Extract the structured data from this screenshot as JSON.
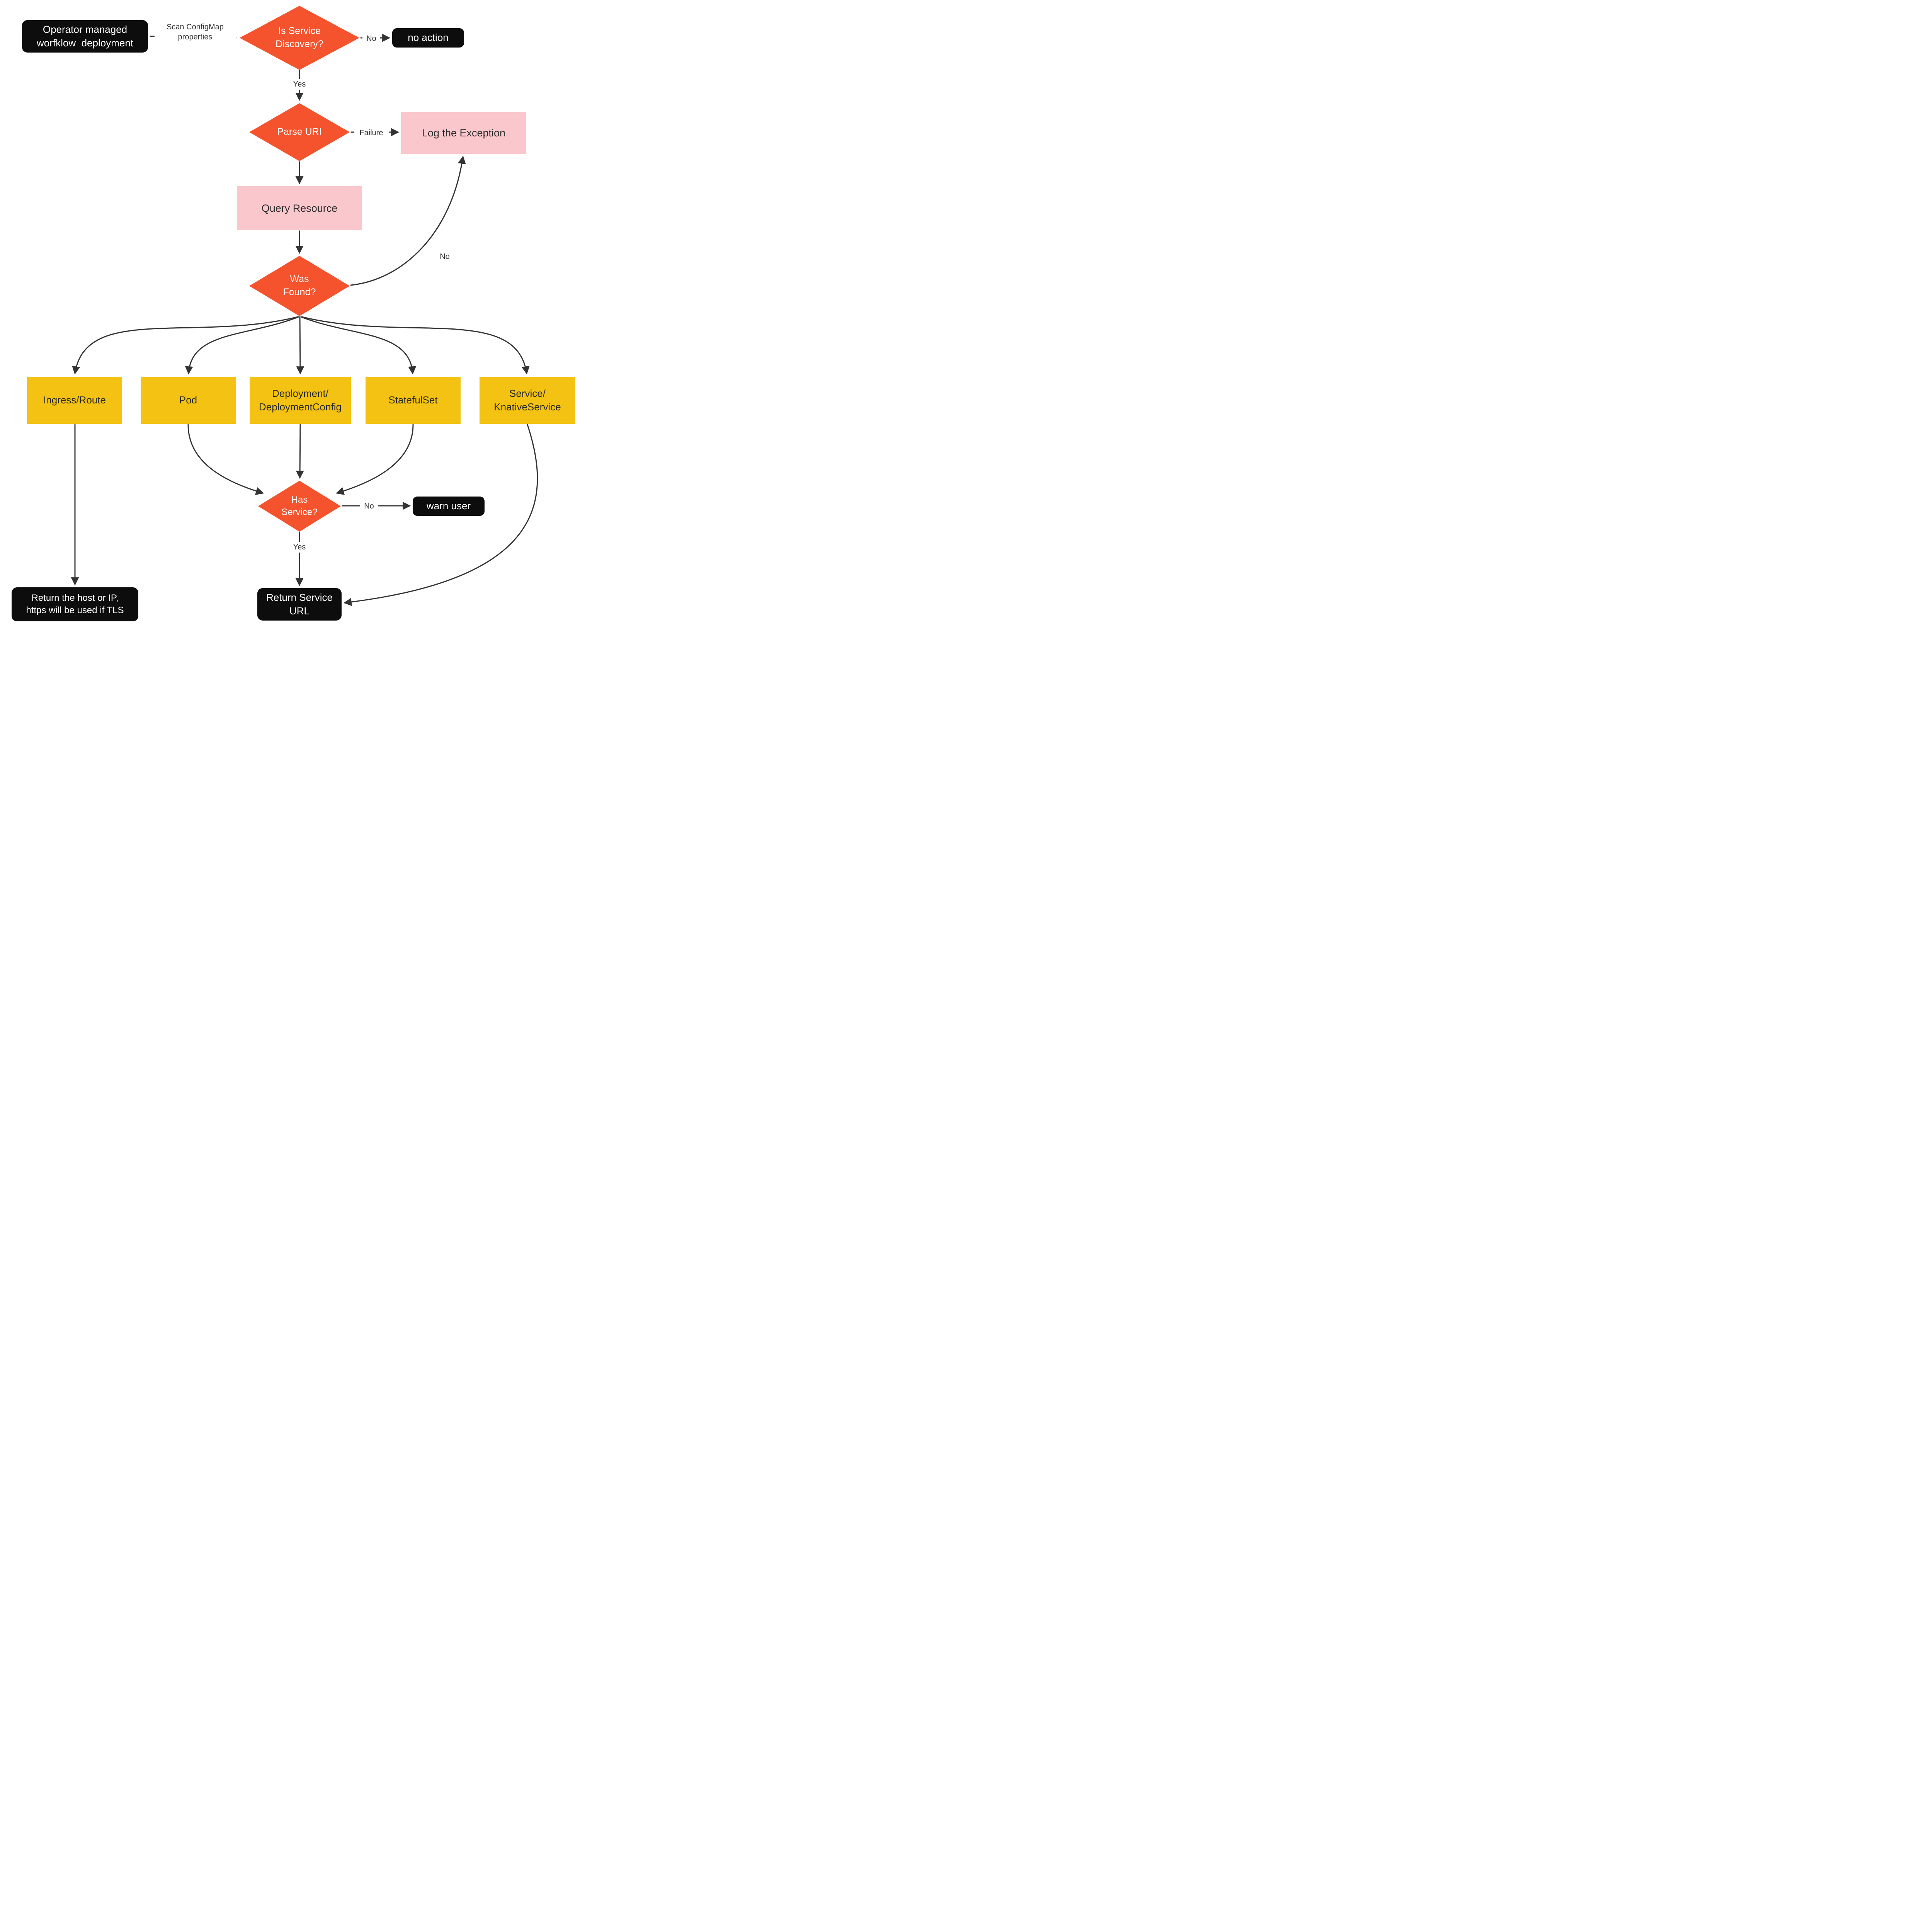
{
  "colors": {
    "diamond": "#f4532d",
    "pink": "#fac7cc",
    "yellow": "#f3c212",
    "black_node": "#0d0d0d",
    "arrow": "#333333",
    "background": "#ffffff"
  },
  "nodes": {
    "start": {
      "label": "Operator managed\nworfklow  deployment"
    },
    "is_service_discovery": {
      "label": "Is Service\nDiscovery?"
    },
    "no_action": {
      "label": "no action"
    },
    "parse_uri": {
      "label": "Parse URI"
    },
    "log_exception": {
      "label": "Log the Exception"
    },
    "query_resource": {
      "label": "Query Resource"
    },
    "was_found": {
      "label": "Was\nFound?"
    },
    "ingress_route": {
      "label": "Ingress/Route"
    },
    "pod": {
      "label": "Pod"
    },
    "deployment": {
      "label": "Deployment/\nDeploymentConfig"
    },
    "statefulset": {
      "label": "StatefulSet"
    },
    "service": {
      "label": "Service/\nKnativeService"
    },
    "has_service": {
      "label": "Has\nService?"
    },
    "warn_user": {
      "label": "warn user"
    },
    "return_service_url": {
      "label": "Return Service\nURL"
    },
    "return_host": {
      "label": "Return the host or IP,\nhttps will be used if TLS"
    }
  },
  "edge_labels": {
    "scan_configmap": "Scan ConfigMap\nproperties",
    "no_discovery": "No",
    "yes_discovery": "Yes",
    "failure": "Failure",
    "no_found": "No",
    "no_has_service": "No",
    "yes_has_service": "Yes"
  }
}
